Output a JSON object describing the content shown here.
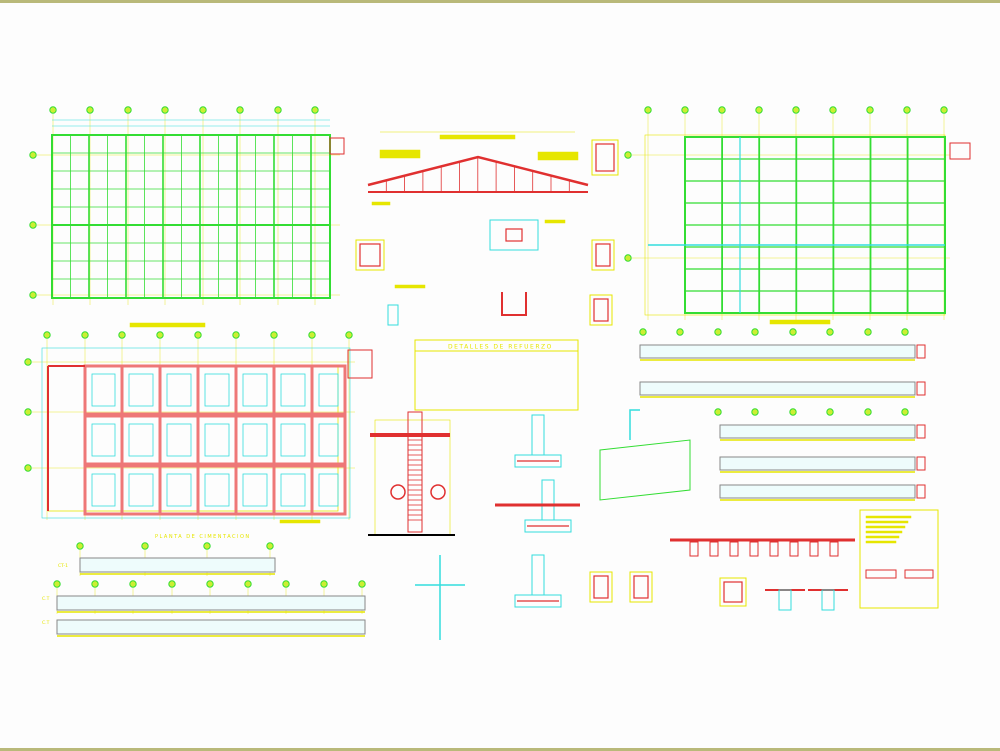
{
  "drawing": {
    "reinforcement_details_title": "DETALLES DE REFUERZO",
    "foundation_plan_title": "PLANTA DE CIMENTACION",
    "beam_labels": [
      "CT-1",
      "C.T",
      "C.T"
    ]
  },
  "colors": {
    "background": "#fdfdfd",
    "grid_green": "#33dd33",
    "text_yellow": "#e6e600",
    "rebar_red": "#e03030",
    "concrete_cyan": "#33dddd",
    "frame_olive": "#b9b97a"
  }
}
